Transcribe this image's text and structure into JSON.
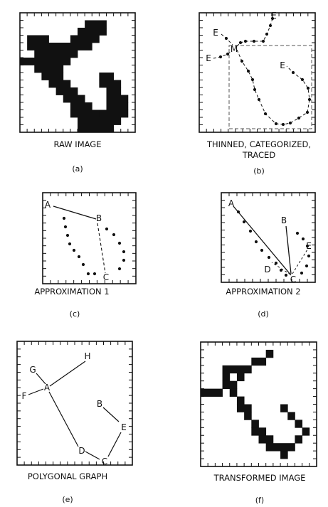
{
  "panels": [
    {
      "id": "a",
      "caption": "RAW IMAGE",
      "letter": "(a)"
    },
    {
      "id": "b",
      "caption_lines": [
        "THINNED, CATEGORIZED,",
        "TRACED"
      ],
      "letter": "(b)"
    },
    {
      "id": "c",
      "caption": "APPROXIMATION 1",
      "letter": "(c)"
    },
    {
      "id": "d",
      "caption": "APPROXIMATION 2",
      "letter": "(d)"
    },
    {
      "id": "e",
      "caption": "POLYGONAL GRAPH",
      "letter": "(e)"
    },
    {
      "id": "f",
      "caption": "TRANSFORMED IMAGE",
      "letter": "(f)"
    }
  ],
  "labels": {
    "b": [
      "E",
      "E",
      "M",
      "E",
      "E"
    ],
    "c": [
      "A",
      "B",
      "C"
    ],
    "d": [
      "A",
      "B",
      "C",
      "D",
      "E"
    ],
    "e": [
      "H",
      "G",
      "A",
      "F",
      "B",
      "E",
      "D",
      "C"
    ]
  }
}
